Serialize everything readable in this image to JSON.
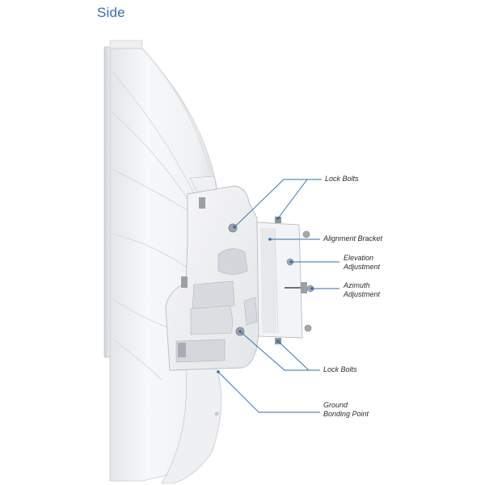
{
  "heading": "Side",
  "labels": {
    "lock_bolts_top": "Lock Bolts",
    "alignment_bracket": "Alignment Bracket",
    "elevation_line1": "Elevation",
    "elevation_line2": "Adjustment",
    "azimuth_line1": "Azimuth",
    "azimuth_line2": "Adjustment",
    "lock_bolts_bottom": "Lock Bolts",
    "ground_line1": "Ground",
    "ground_line2": "Bonding Point"
  },
  "colors": {
    "heading": "#2f6db4",
    "callout_line": "#2f6db4",
    "callout_dot": "#2f6db4",
    "label_text": "#2b2b2b",
    "dish": "#f4f5f6",
    "dish_shade": "#d9dbde",
    "bracket": "#eeeff0",
    "metal": "#8a8f95"
  }
}
